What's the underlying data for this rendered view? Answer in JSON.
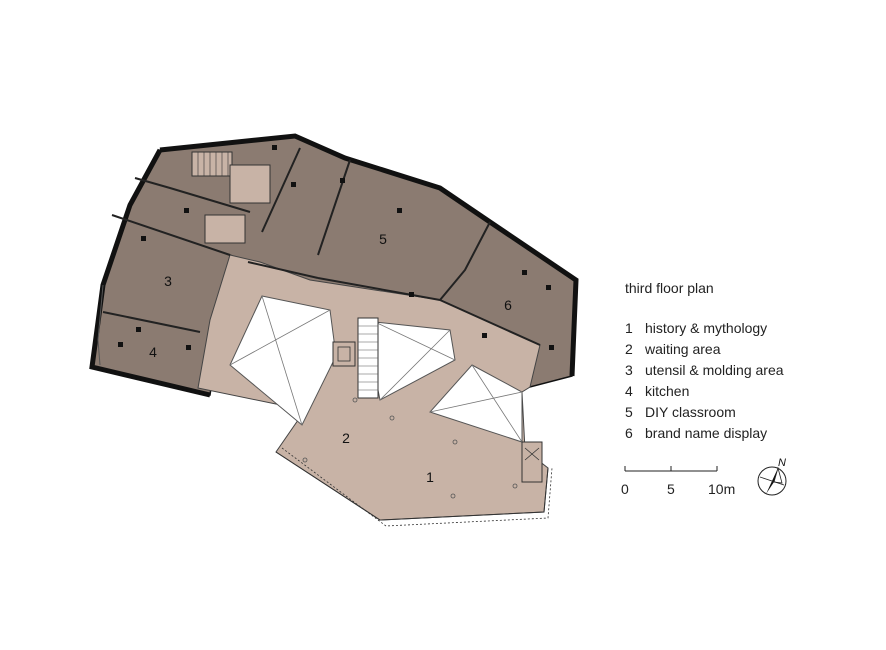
{
  "legend": {
    "title": "third floor plan",
    "items": [
      {
        "num": "1",
        "label": "history & mythology"
      },
      {
        "num": "2",
        "label": "waiting area"
      },
      {
        "num": "3",
        "label": "utensil & molding area"
      },
      {
        "num": "4",
        "label": "kitchen"
      },
      {
        "num": "5",
        "label": "DIY classroom"
      },
      {
        "num": "6",
        "label": "brand name display"
      }
    ]
  },
  "room_labels": [
    "1",
    "2",
    "3",
    "4",
    "5",
    "6"
  ],
  "scale_bar": {
    "ticks": [
      "0",
      "5",
      "10m"
    ]
  },
  "north_label": "N",
  "colors": {
    "dark_rooms": "#8b7b71",
    "light_circulation": "#c8b3a6",
    "walls": "#111111",
    "voids": "#ffffff"
  }
}
